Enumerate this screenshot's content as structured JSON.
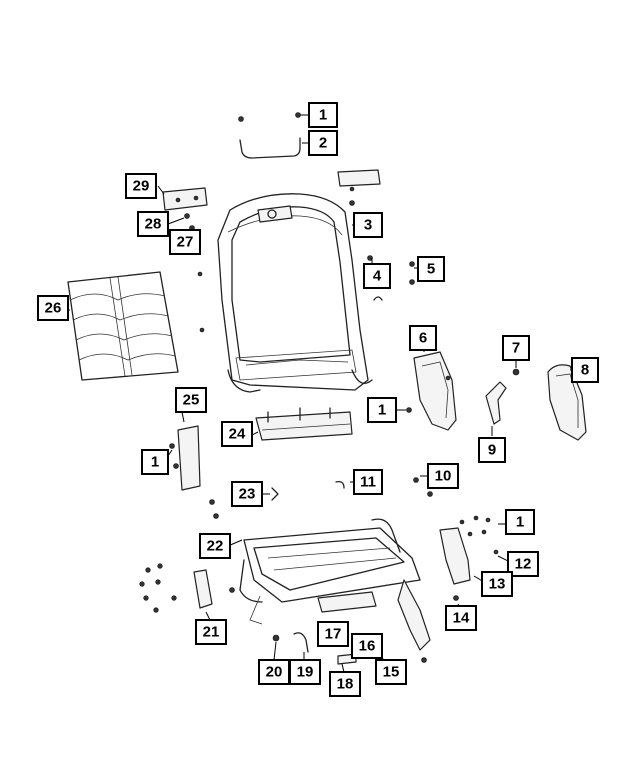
{
  "callouts": {
    "c1a": "1",
    "c2": "2",
    "c3": "3",
    "c4": "4",
    "c5": "5",
    "c6": "6",
    "c7": "7",
    "c8": "8",
    "c1b": "1",
    "c9": "9",
    "c1c": "1",
    "c10": "10",
    "c11": "11",
    "c1d": "1",
    "c12": "12",
    "c13": "13",
    "c14": "14",
    "c15": "15",
    "c16": "16",
    "c17": "17",
    "c18": "18",
    "c19": "19",
    "c20": "20",
    "c21": "21",
    "c22": "22",
    "c23": "23",
    "c24": "24",
    "c25": "25",
    "c26": "26",
    "c27": "27",
    "c28": "28",
    "c29": "29"
  },
  "colors": {
    "line": "#000000",
    "background": "#ffffff"
  }
}
